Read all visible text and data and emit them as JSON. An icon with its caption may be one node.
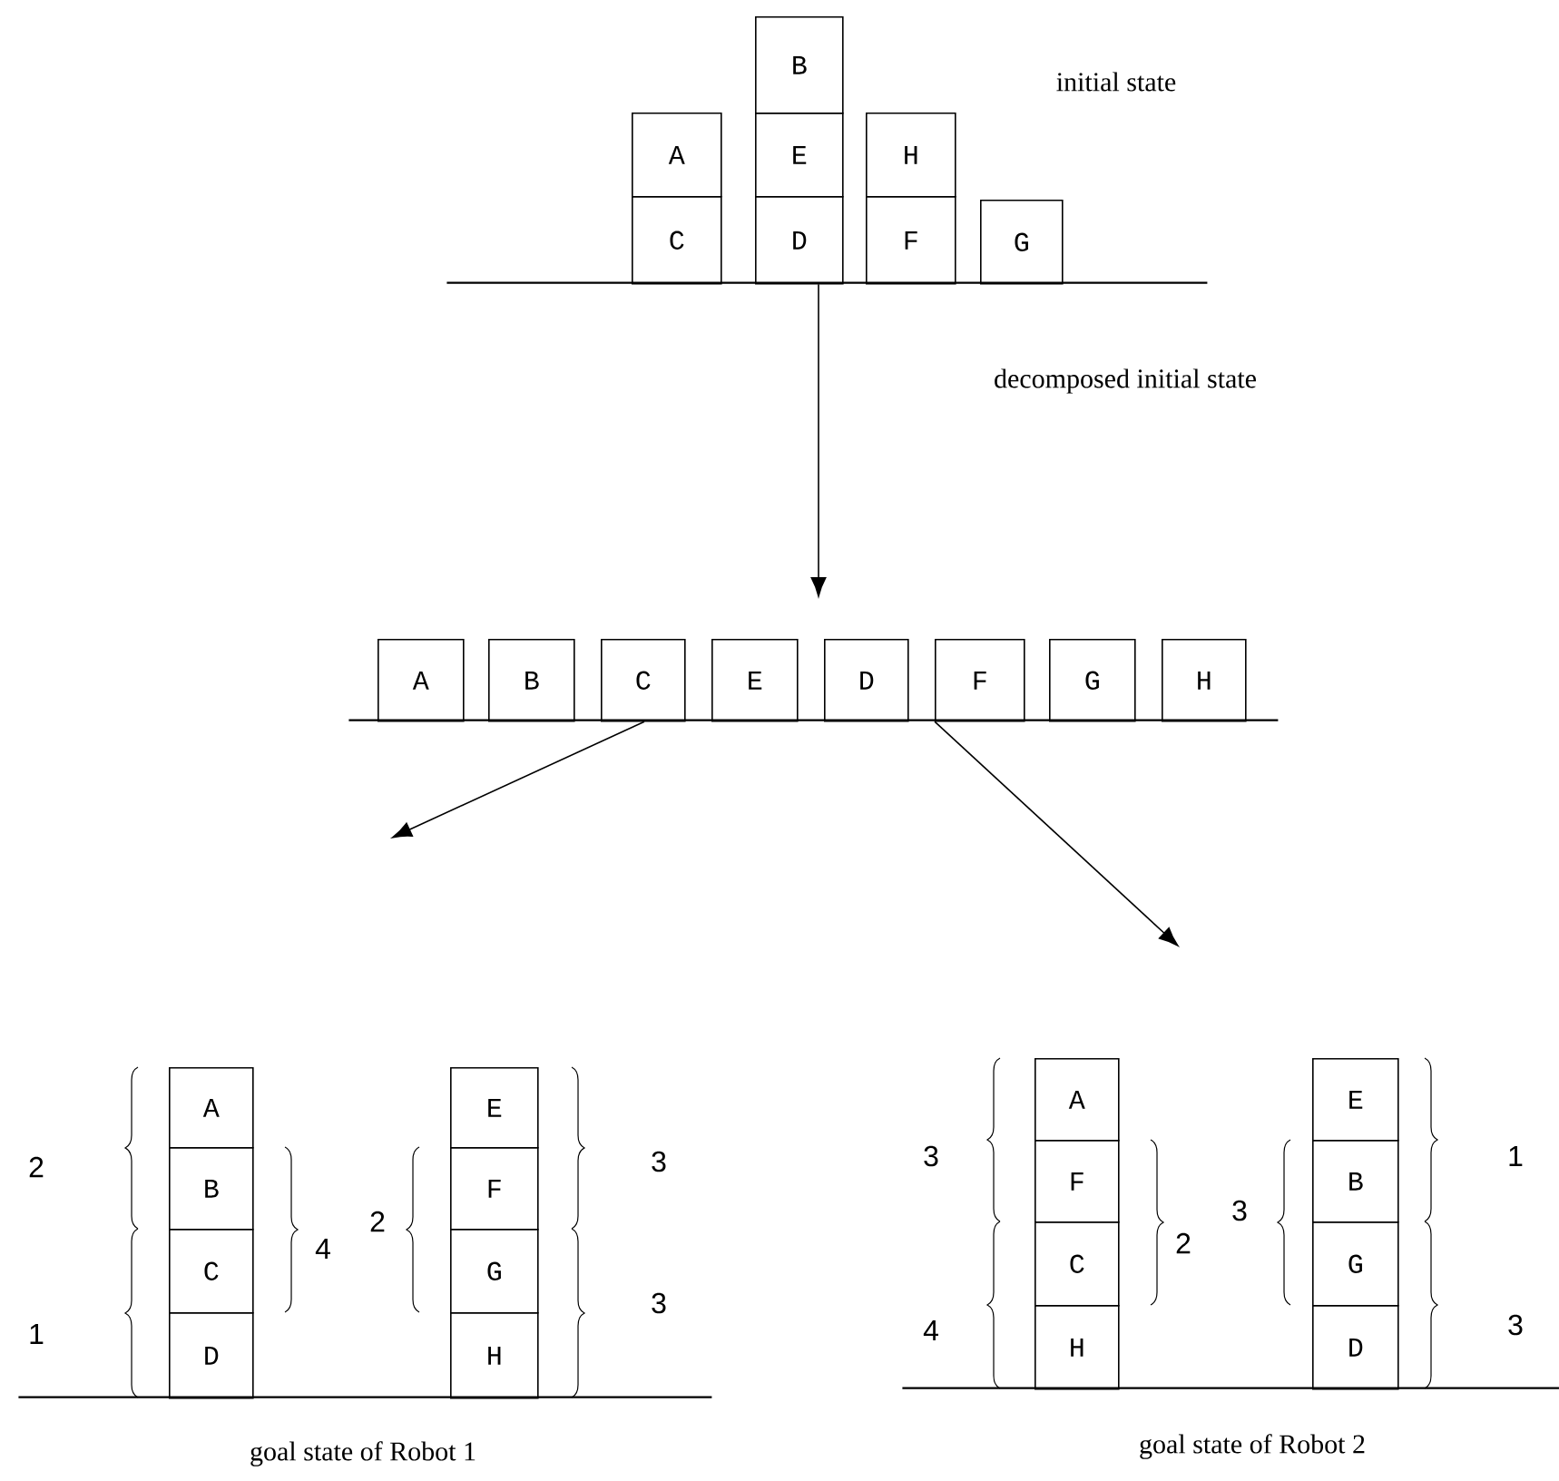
{
  "diagram": {
    "nodes": [
      {
        "text": [
          "B"
        ]
      },
      {
        "text": [
          "A"
        ]
      },
      {
        "text": [
          "E"
        ]
      },
      {
        "text": [
          "H"
        ]
      },
      {
        "text": [
          "C"
        ]
      },
      {
        "text": [
          "D"
        ]
      },
      {
        "text": [
          "F"
        ]
      },
      {
        "text": [
          "G"
        ]
      },
      {
        "text": [],
        "shape": "bar"
      },
      {
        "text": [
          "A"
        ]
      },
      {
        "text": [
          "B"
        ]
      },
      {
        "text": [
          "C"
        ]
      },
      {
        "text": [
          "E"
        ]
      },
      {
        "text": [
          "D"
        ]
      },
      {
        "text": [
          "F"
        ]
      },
      {
        "text": [
          "G"
        ]
      },
      {
        "text": [
          "H"
        ]
      },
      {
        "text": [],
        "shape": "bar"
      },
      {
        "text": [
          "A"
        ]
      },
      {
        "text": [
          "B"
        ]
      },
      {
        "text": [
          "C"
        ]
      },
      {
        "text": [
          "D"
        ]
      },
      {
        "text": [
          "E"
        ]
      },
      {
        "text": [
          "F"
        ]
      },
      {
        "text": [
          "G"
        ]
      },
      {
        "text": [
          "H"
        ]
      },
      {
        "text": [],
        "shape": "bar"
      },
      {
        "text": [
          "A"
        ]
      },
      {
        "text": [
          "F"
        ]
      },
      {
        "text": [
          "C"
        ]
      },
      {
        "text": [
          "H"
        ]
      },
      {
        "text": [
          "E"
        ]
      },
      {
        "text": [
          "B"
        ]
      },
      {
        "text": [
          "G"
        ]
      },
      {
        "text": [
          "D"
        ]
      },
      {
        "text": [],
        "shape": "bar"
      }
    ],
    "edges": [
      {
        "from": 8,
        "to": null,
        "arrow": "to"
      },
      {
        "from": 17,
        "to": null,
        "arrow": "to"
      },
      {
        "from": 17,
        "to": null,
        "arrow": "to"
      }
    ],
    "labels": [
      "initial state",
      "decomposed initial state",
      "2",
      "1",
      "4",
      "2",
      "3",
      "3",
      "goal state of Robot 1",
      "3",
      "4",
      "2",
      "3",
      "1",
      "3",
      "goal state of Robot 2"
    ]
  }
}
